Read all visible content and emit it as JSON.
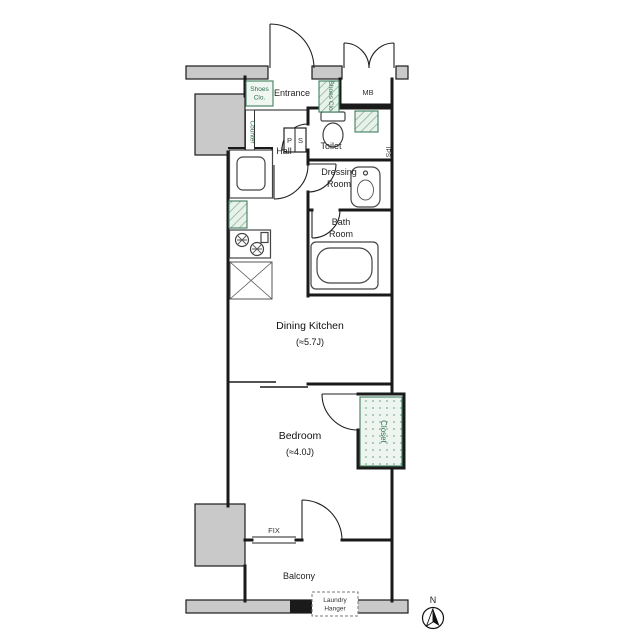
{
  "rooms": {
    "entrance": "Entrance",
    "hall": "Hall",
    "toilet": "Toilet",
    "dressing_line1": "Dressing",
    "dressing_line2": "Room",
    "bath_line1": "Bath",
    "bath_line2": "Room",
    "dining_kitchen": "Dining Kitchen",
    "dining_kitchen_size": "(≈5.7J)",
    "bedroom": "Bedroom",
    "bedroom_size": "(≈4.0J)",
    "balcony": "Balcony"
  },
  "fixtures": {
    "shoes_closet_left_line1": "Shoes",
    "shoes_closet_left_line2": "Clo.",
    "shoes_closet_right": "Shoes Clo.",
    "counter": "Counter",
    "closet": "Closet",
    "meter_box": "MB",
    "pipe_space_p": "P",
    "pipe_space_s": "S",
    "inner_pipe_space": "IPS",
    "fixed_window": "FIX",
    "laundry_hanger_line1": "Laundry",
    "laundry_hanger_line2": "Hanger"
  },
  "compass": {
    "north_label": "N"
  },
  "colors": {
    "wall": "#1a1a1a",
    "concrete_fill": "#c9c9c9",
    "accent_green": "#3f7f5f",
    "accent_green_light": "#e8f1ea"
  }
}
